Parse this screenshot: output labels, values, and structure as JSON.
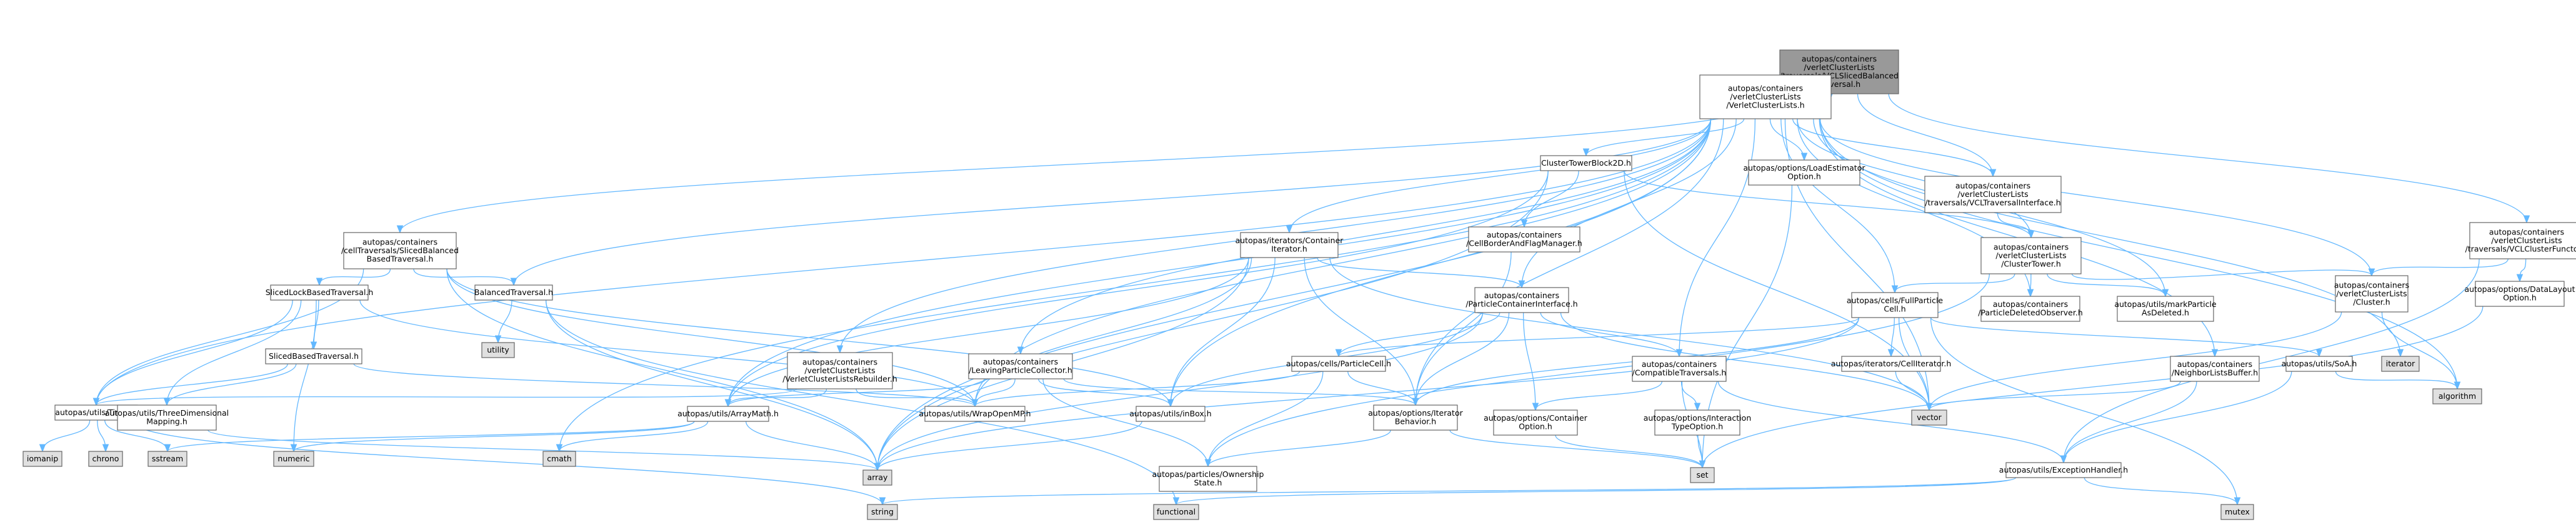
{
  "colors": {
    "root_fill": "#999999",
    "node_fill": "#ffffff",
    "node_border": "#666666",
    "red_border": "#ff0000",
    "system_fill": "#e0e0e0",
    "system_border": "#999999",
    "edge": "#63b8ff"
  },
  "nodes": [
    {
      "id": "root",
      "kind": "root",
      "lines": [
        "autopas/containers",
        "/verletClusterLists",
        "/traversals/VCLSlicedBalanced",
        "Traversal.h"
      ]
    },
    {
      "id": "vcl",
      "kind": "normal",
      "lines": [
        "autopas/containers",
        "/verletClusterLists",
        "/VerletClusterLists.h"
      ]
    },
    {
      "id": "ctbuf",
      "kind": "normal",
      "lines": [
        "autopas/containers",
        "/cellTraversals/SlicedBalanced",
        "BasedTraversal.h"
      ]
    },
    {
      "id": "vcltrav",
      "kind": "normal",
      "lines": [
        "autopas/containers",
        "/verletClusterLists",
        "/traversals/VCLTraversalInterface.h"
      ]
    },
    {
      "id": "vclfunctor",
      "kind": "normal",
      "lines": [
        "autopas/containers",
        "/verletClusterLists",
        "/traversals/VCLClusterFunctor.h"
      ]
    },
    {
      "id": "ctb2d",
      "kind": "normal",
      "lines": [
        "ClusterTowerBlock2D.h"
      ]
    },
    {
      "id": "loadest",
      "kind": "red",
      "lines": [
        "autopas/options/LoadEstimator",
        "Option.h"
      ]
    },
    {
      "id": "contiter",
      "kind": "red",
      "lines": [
        "autopas/iterators/Container",
        "Iterator.h"
      ]
    },
    {
      "id": "cellborder",
      "kind": "red",
      "lines": [
        "autopas/containers",
        "/CellBorderAndFlagManager.h"
      ]
    },
    {
      "id": "clustertower",
      "kind": "normal",
      "lines": [
        "autopas/containers",
        "/verletClusterLists",
        "/ClusterTower.h"
      ]
    },
    {
      "id": "slicedlock",
      "kind": "normal",
      "lines": [
        "SlicedLockBasedTraversal.h"
      ]
    },
    {
      "id": "balanced",
      "kind": "normal",
      "lines": [
        "BalancedTraversal.h"
      ]
    },
    {
      "id": "pci",
      "kind": "red",
      "lines": [
        "autopas/containers",
        "/ParticleContainerInterface.h"
      ]
    },
    {
      "id": "fullcell",
      "kind": "normal",
      "lines": [
        "autopas/cells/FullParticle",
        "Cell.h"
      ]
    },
    {
      "id": "pdo",
      "kind": "normal",
      "lines": [
        "autopas/containers",
        "/ParticleDeletedObserver.h"
      ]
    },
    {
      "id": "markdel",
      "kind": "normal",
      "lines": [
        "autopas/utils/markParticle",
        "AsDeleted.h"
      ]
    },
    {
      "id": "cluster",
      "kind": "red",
      "lines": [
        "autopas/containers",
        "/verletClusterLists",
        "/Cluster.h"
      ]
    },
    {
      "id": "datalayout",
      "kind": "red",
      "lines": [
        "autopas/options/DataLayout",
        "Option.h"
      ]
    },
    {
      "id": "utility",
      "kind": "system",
      "lines": [
        "utility"
      ]
    },
    {
      "id": "sliced",
      "kind": "red",
      "lines": [
        "SlicedBasedTraversal.h"
      ]
    },
    {
      "id": "rebuilder",
      "kind": "normal",
      "lines": [
        "autopas/containers",
        "/verletClusterLists",
        "/VerletClusterListsRebuilder.h"
      ]
    },
    {
      "id": "leaving",
      "kind": "normal",
      "lines": [
        "autopas/containers",
        "/LeavingParticleCollector.h"
      ]
    },
    {
      "id": "pcell",
      "kind": "normal",
      "lines": [
        "autopas/cells/ParticleCell.h"
      ]
    },
    {
      "id": "compat",
      "kind": "red",
      "lines": [
        "autopas/containers",
        "/CompatibleTraversals.h"
      ]
    },
    {
      "id": "celliter",
      "kind": "red",
      "lines": [
        "autopas/iterators/CellIterator.h"
      ]
    },
    {
      "id": "nlb",
      "kind": "red",
      "lines": [
        "autopas/containers",
        "/NeighborListsBuffer.h"
      ]
    },
    {
      "id": "soa",
      "kind": "red",
      "lines": [
        "autopas/utils/SoA.h"
      ]
    },
    {
      "id": "iterator",
      "kind": "system",
      "lines": [
        "iterator"
      ]
    },
    {
      "id": "algorithm",
      "kind": "system",
      "lines": [
        "algorithm"
      ]
    },
    {
      "id": "timer",
      "kind": "normal",
      "lines": [
        "autopas/utils/Timer.h"
      ]
    },
    {
      "id": "tdm",
      "kind": "red",
      "lines": [
        "autopas/utils/ThreeDimensional",
        "Mapping.h"
      ]
    },
    {
      "id": "wrapomp",
      "kind": "normal",
      "lines": [
        "autopas/utils/WrapOpenMP.h"
      ]
    },
    {
      "id": "arraymath",
      "kind": "red",
      "lines": [
        "autopas/utils/ArrayMath.h"
      ]
    },
    {
      "id": "inbox",
      "kind": "red",
      "lines": [
        "autopas/utils/inBox.h"
      ]
    },
    {
      "id": "iterbeh",
      "kind": "red",
      "lines": [
        "autopas/options/Iterator",
        "Behavior.h"
      ]
    },
    {
      "id": "contopt",
      "kind": "red",
      "lines": [
        "autopas/options/Container",
        "Option.h"
      ]
    },
    {
      "id": "interopt",
      "kind": "red",
      "lines": [
        "autopas/options/Interaction",
        "TypeOption.h"
      ]
    },
    {
      "id": "vector",
      "kind": "system",
      "lines": [
        "vector"
      ]
    },
    {
      "id": "iomanip",
      "kind": "system",
      "lines": [
        "iomanip"
      ]
    },
    {
      "id": "chrono",
      "kind": "system",
      "lines": [
        "chrono"
      ]
    },
    {
      "id": "sstream",
      "kind": "system",
      "lines": [
        "sstream"
      ]
    },
    {
      "id": "numeric",
      "kind": "system",
      "lines": [
        "numeric"
      ]
    },
    {
      "id": "cmath",
      "kind": "system",
      "lines": [
        "cmath"
      ]
    },
    {
      "id": "array",
      "kind": "system",
      "lines": [
        "array"
      ]
    },
    {
      "id": "set",
      "kind": "system",
      "lines": [
        "set"
      ]
    },
    {
      "id": "ownership",
      "kind": "red",
      "lines": [
        "autopas/particles/Ownership",
        "State.h"
      ]
    },
    {
      "id": "exhandler",
      "kind": "red",
      "lines": [
        "autopas/utils/ExceptionHandler.h"
      ]
    },
    {
      "id": "string",
      "kind": "system",
      "lines": [
        "string"
      ]
    },
    {
      "id": "functional",
      "kind": "system",
      "lines": [
        "functional"
      ]
    },
    {
      "id": "mutex",
      "kind": "system",
      "lines": [
        "mutex"
      ]
    }
  ],
  "edges": [
    [
      "root",
      "vcl"
    ],
    [
      "root",
      "ctbuf"
    ],
    [
      "root",
      "vcltrav"
    ],
    [
      "root",
      "vclfunctor"
    ],
    [
      "vcl",
      "ctb2d"
    ],
    [
      "vcl",
      "loadest"
    ],
    [
      "vcl",
      "contiter"
    ],
    [
      "vcl",
      "clustertower"
    ],
    [
      "vcl",
      "vcltrav"
    ],
    [
      "vcl",
      "pci"
    ],
    [
      "vcl",
      "fullcell"
    ],
    [
      "vcl",
      "pdo"
    ],
    [
      "vcl",
      "markdel"
    ],
    [
      "vcl",
      "cluster"
    ],
    [
      "vcl",
      "rebuilder"
    ],
    [
      "vcl",
      "leaving"
    ],
    [
      "vcl",
      "compat"
    ],
    [
      "vcl",
      "nlb"
    ],
    [
      "vcl",
      "iterator"
    ],
    [
      "vcl",
      "algorithm"
    ],
    [
      "vcl",
      "timer"
    ],
    [
      "vcl",
      "balanced"
    ],
    [
      "vcl",
      "arraymath"
    ],
    [
      "vcl",
      "inbox"
    ],
    [
      "vcl",
      "cmath"
    ],
    [
      "vcl",
      "array"
    ],
    [
      "vcl",
      "vector"
    ],
    [
      "vcl",
      "wrapomp"
    ],
    [
      "vcl",
      "iterbeh"
    ],
    [
      "ctbuf",
      "slicedlock"
    ],
    [
      "ctbuf",
      "balanced"
    ],
    [
      "ctbuf",
      "timer"
    ],
    [
      "ctbuf",
      "wrapomp"
    ],
    [
      "ctbuf",
      "inbox"
    ],
    [
      "ctbuf",
      "array"
    ],
    [
      "vcltrav",
      "clustertower"
    ],
    [
      "vclfunctor",
      "cluster"
    ],
    [
      "vclfunctor",
      "datalayout"
    ],
    [
      "vclfunctor",
      "exhandler"
    ],
    [
      "ctb2d",
      "cellborder"
    ],
    [
      "ctb2d",
      "clustertower"
    ],
    [
      "ctb2d",
      "arraymath"
    ],
    [
      "ctb2d",
      "array"
    ],
    [
      "ctb2d",
      "vector"
    ],
    [
      "loadest",
      "set"
    ],
    [
      "contiter",
      "pci"
    ],
    [
      "contiter",
      "arraymath"
    ],
    [
      "contiter",
      "inbox"
    ],
    [
      "contiter",
      "wrapomp"
    ],
    [
      "contiter",
      "iterbeh"
    ],
    [
      "contiter",
      "vector"
    ],
    [
      "contiter",
      "array"
    ],
    [
      "cellborder",
      "iterbeh"
    ],
    [
      "clustertower",
      "fullcell"
    ],
    [
      "clustertower",
      "pdo"
    ],
    [
      "clustertower",
      "markdel"
    ],
    [
      "clustertower",
      "cluster"
    ],
    [
      "clustertower",
      "ownership"
    ],
    [
      "slicedlock",
      "sliced"
    ],
    [
      "slicedlock",
      "timer"
    ],
    [
      "slicedlock",
      "tdm"
    ],
    [
      "slicedlock",
      "numeric"
    ],
    [
      "slicedlock",
      "wrapomp"
    ],
    [
      "balanced",
      "utility"
    ],
    [
      "balanced",
      "functional"
    ],
    [
      "balanced",
      "array"
    ],
    [
      "pci",
      "pcell"
    ],
    [
      "pci",
      "compat"
    ],
    [
      "pci",
      "contopt"
    ],
    [
      "pci",
      "inbox"
    ],
    [
      "pci",
      "iterbeh"
    ],
    [
      "pci",
      "vector"
    ],
    [
      "pci",
      "array"
    ],
    [
      "fullcell",
      "celliter"
    ],
    [
      "fullcell",
      "soa"
    ],
    [
      "fullcell",
      "pcell"
    ],
    [
      "fullcell",
      "iterbeh"
    ],
    [
      "fullcell",
      "mutex"
    ],
    [
      "fullcell",
      "vector"
    ],
    [
      "fullcell",
      "array"
    ],
    [
      "cluster",
      "algorithm"
    ],
    [
      "cluster",
      "vector"
    ],
    [
      "datalayout",
      "set"
    ],
    [
      "sliced",
      "timer"
    ],
    [
      "sliced",
      "tdm"
    ],
    [
      "sliced",
      "wrapomp"
    ],
    [
      "rebuilder",
      "arraymath"
    ],
    [
      "rebuilder",
      "wrapomp"
    ],
    [
      "rebuilder",
      "timer"
    ],
    [
      "leaving",
      "arraymath"
    ],
    [
      "leaving",
      "inbox"
    ],
    [
      "leaving",
      "wrapomp"
    ],
    [
      "leaving",
      "iterbeh"
    ],
    [
      "leaving",
      "ownership"
    ],
    [
      "pcell",
      "iterbeh"
    ],
    [
      "pcell",
      "ownership"
    ],
    [
      "pcell",
      "wrapomp"
    ],
    [
      "compat",
      "contopt"
    ],
    [
      "compat",
      "interopt"
    ],
    [
      "compat",
      "set"
    ],
    [
      "compat",
      "exhandler"
    ],
    [
      "celliter",
      "vector"
    ],
    [
      "nlb",
      "vector"
    ],
    [
      "nlb",
      "exhandler"
    ],
    [
      "soa",
      "algorithm"
    ],
    [
      "soa",
      "exhandler"
    ],
    [
      "timer",
      "iomanip"
    ],
    [
      "timer",
      "chrono"
    ],
    [
      "timer",
      "sstream"
    ],
    [
      "timer",
      "string"
    ],
    [
      "tdm",
      "array"
    ],
    [
      "arraymath",
      "cmath"
    ],
    [
      "arraymath",
      "numeric"
    ],
    [
      "arraymath",
      "sstream"
    ],
    [
      "arraymath",
      "array"
    ],
    [
      "inbox",
      "array"
    ],
    [
      "iterbeh",
      "set"
    ],
    [
      "iterbeh",
      "ownership"
    ],
    [
      "contopt",
      "set"
    ],
    [
      "interopt",
      "set"
    ],
    [
      "exhandler",
      "string"
    ],
    [
      "exhandler",
      "functional"
    ],
    [
      "exhandler",
      "mutex"
    ]
  ]
}
